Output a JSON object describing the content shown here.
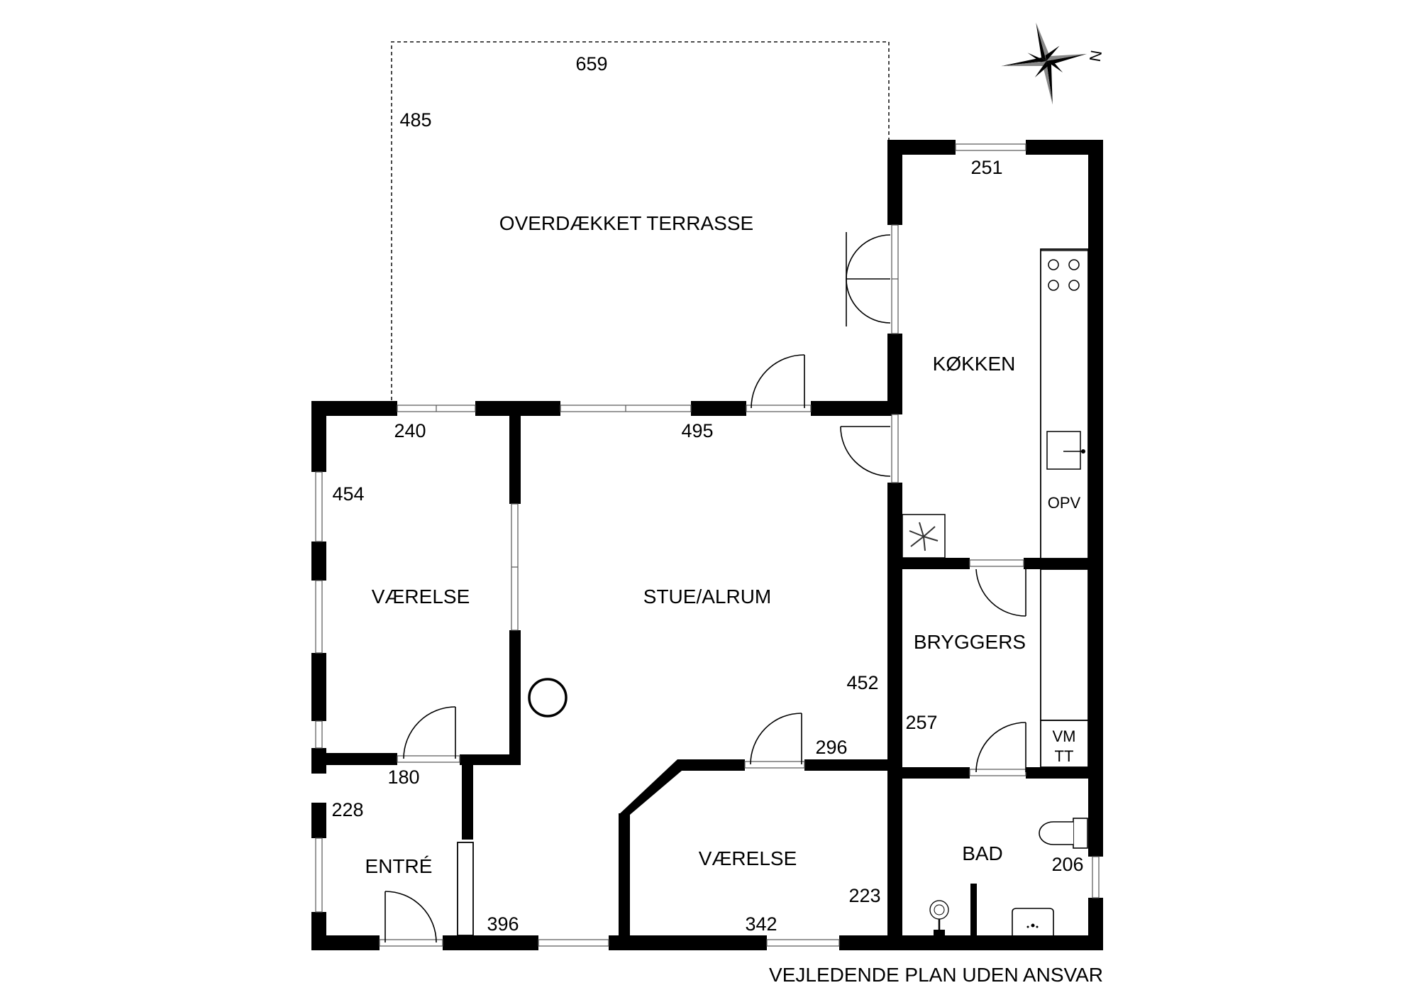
{
  "rooms": {
    "terrace": "OVERDÆKKET TERRASSE",
    "kitchen": "KØKKEN",
    "living": "STUE/ALRUM",
    "bedroom_west": "VÆRELSE",
    "bedroom_south": "VÆRELSE",
    "utility": "BRYGGERS",
    "bath": "BAD",
    "entry": "ENTRÉ",
    "opv": "OPV",
    "vm": "VM",
    "tt": "TT"
  },
  "dimensions": {
    "terrace_width": "659",
    "terrace_depth": "485",
    "kitchen_width": "251",
    "west_room_width": "240",
    "living_width": "495",
    "west_room_depth": "454",
    "living_depth": "452",
    "utility_depth": "257",
    "passage_width": "296",
    "west_room_door_width": "180",
    "entry_depth": "228",
    "bath_width": "206",
    "south_room_depth": "223",
    "living_south_width": "396",
    "south_room_width": "342"
  },
  "compass": {
    "north_label": "N"
  },
  "footer": "VEJLEDENDE PLAN UDEN ANSVAR"
}
